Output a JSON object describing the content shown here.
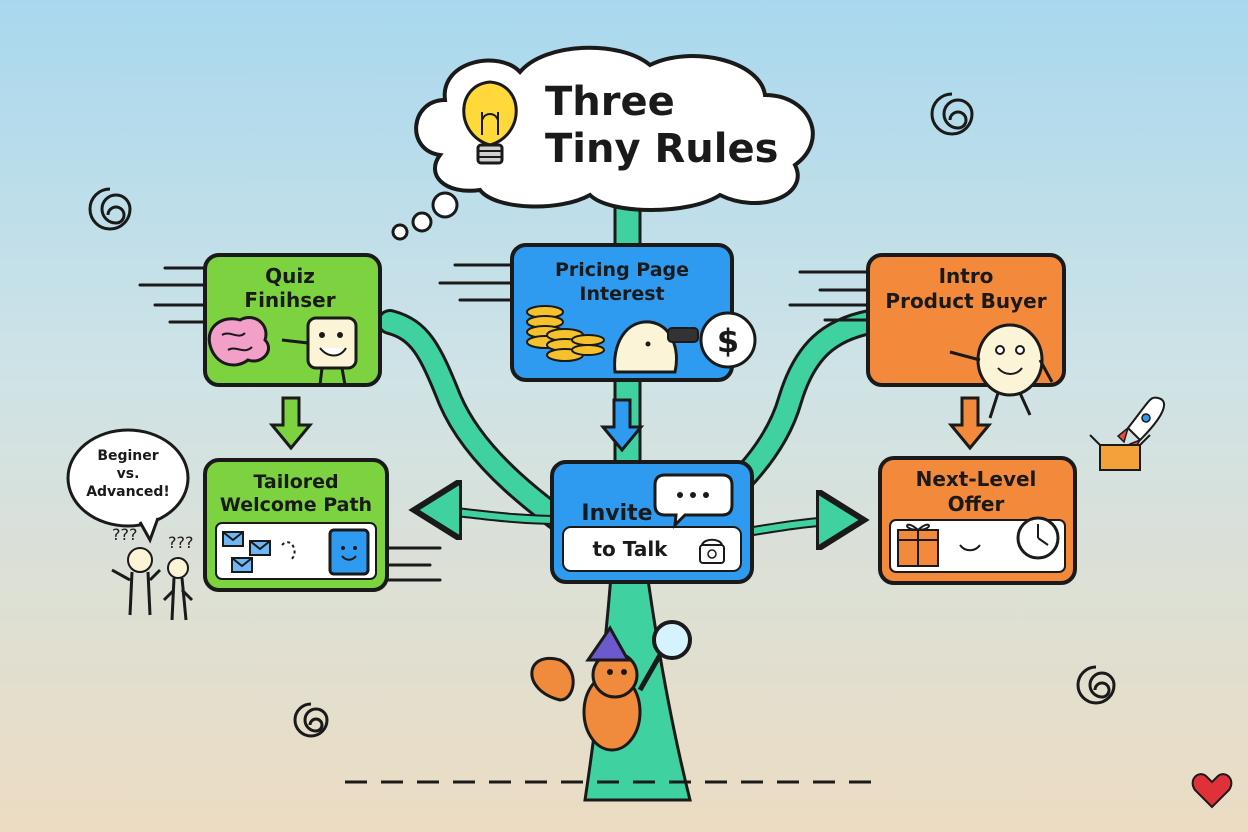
{
  "title": {
    "line1": "Three",
    "line2": "Tiny Rules"
  },
  "rules": [
    {
      "trigger": "Quiz Finihser",
      "trigger_line1": "Quiz",
      "trigger_line2": "Finihser",
      "action_line1": "Tailored",
      "action_line2": "Welcome Path",
      "color": "#7cd33f"
    },
    {
      "trigger_line1": "Pricing Page",
      "trigger_line2": "Interest",
      "action_line1": "Invite",
      "action_line2": "to Talk",
      "color": "#2f9bf0"
    },
    {
      "trigger_line1": "Intro",
      "trigger_line2": "Product Buyer",
      "action_line1": "Next-Level",
      "action_line2": "Offer",
      "color": "#f3893a"
    }
  ],
  "speech_bubble": {
    "line1": "Beginer",
    "line2": "vs.",
    "line3": "Advanced!"
  },
  "question_marks": "???",
  "colors": {
    "tree": "#3fd1a0",
    "outline": "#1a1a1a",
    "squirrel": "#f08a3c"
  },
  "icons": [
    "lightbulb-icon",
    "brain-icon",
    "coin-stack-icon",
    "dollar-icon",
    "binoculars-icon",
    "envelope-icon",
    "book-icon",
    "chat-bubble-icon",
    "phone-icon",
    "gift-icon",
    "clock-icon",
    "rocket-icon",
    "swirl-icon",
    "heart-icon"
  ]
}
